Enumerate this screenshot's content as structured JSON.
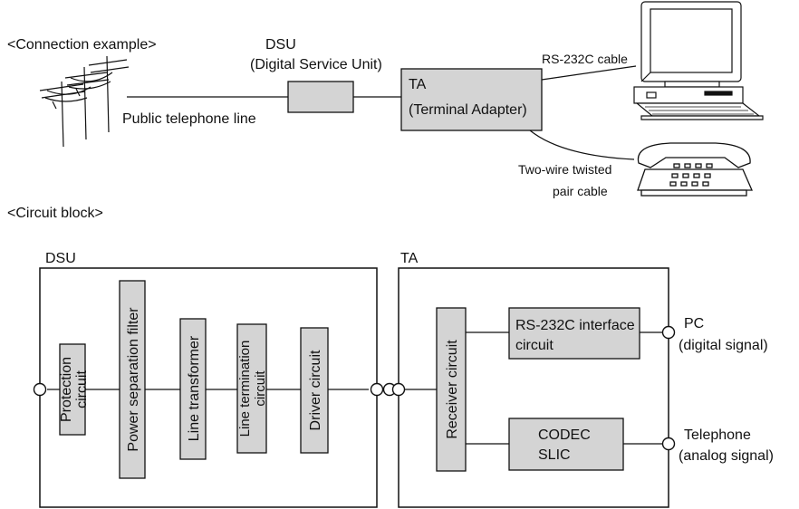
{
  "connection_example": {
    "heading": "<Connection example>",
    "dsu_label_line1": "DSU",
    "dsu_label_line2": "(Digital Service Unit)",
    "public_line_label": "Public telephone line",
    "ta_label_line1": "TA",
    "ta_label_line2": "(Terminal Adapter)",
    "rs232_cable_label": "RS-232C cable",
    "twisted_pair_line1": "Two-wire twisted",
    "twisted_pair_line2": "pair cable",
    "icons": [
      "utility-pole-icon",
      "computer-icon",
      "telephone-icon"
    ]
  },
  "circuit_block": {
    "heading": "<Circuit block>",
    "dsu": {
      "title": "DSU",
      "blocks": [
        {
          "line1": "Protection",
          "line2": "circuit"
        },
        {
          "line1": "Power separation filter",
          "line2": ""
        },
        {
          "line1": "Line transformer",
          "line2": ""
        },
        {
          "line1": "Line termination",
          "line2": "circuit"
        },
        {
          "line1": "Driver circuit",
          "line2": ""
        }
      ]
    },
    "ta": {
      "title": "TA",
      "receiver": "Receiver circuit",
      "rs232_block_line1": "RS-232C interface",
      "rs232_block_line2": "circuit",
      "codec_line1": "CODEC",
      "codec_line2": "SLIC",
      "pc_label_line1": "PC",
      "pc_label_line2": "(digital signal)",
      "telephone_label_line1": "Telephone",
      "telephone_label_line2": "(analog signal)"
    }
  }
}
